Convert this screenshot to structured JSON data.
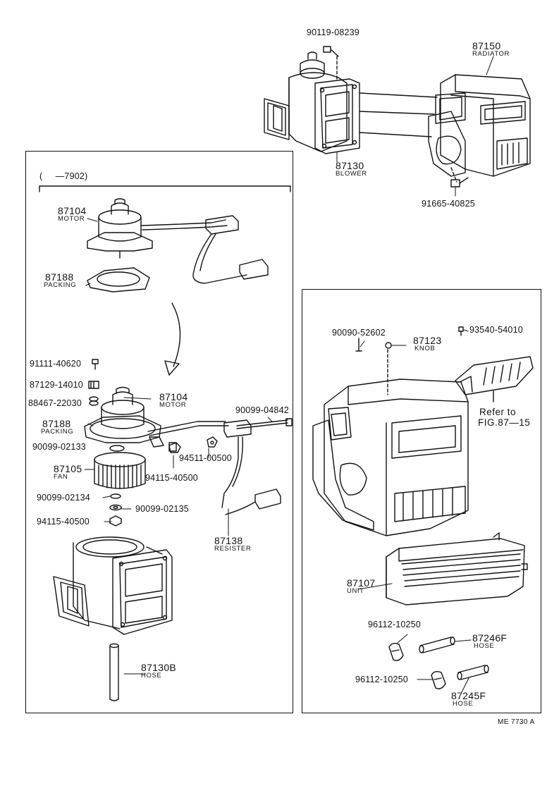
{
  "top": {
    "bolt_top": "90119-08239",
    "radiator_no": "87150",
    "radiator_name": "RADIATOR",
    "blower_no": "87130",
    "blower_name": "BLOWER",
    "screw": "91665-40825"
  },
  "left_panel": {
    "range": "(     —7902)",
    "motor1_no": "87104",
    "motor1_name": "MOTOR",
    "packing1_no": "87188",
    "packing1_name": "PACKING",
    "p1": "91111-40620",
    "p2": "87129-14010",
    "p3": "88467-22030",
    "motor2_no": "87104",
    "motor2_name": "MOTOR",
    "packing2_no": "87188",
    "packing2_name": "PACKING",
    "p4": "90099-02133",
    "fan_no": "87105",
    "fan_name": "FAN",
    "p5": "94115-40500",
    "p6": "90099-02134",
    "p7": "90099-02135",
    "p8": "94115-40500",
    "p9": "90099-04842",
    "p10": "94511-00500",
    "resister_no": "87138",
    "resister_name": "RESISTER",
    "hose_no": "87130B",
    "hose_name": "HOSE"
  },
  "right_panel": {
    "p1": "90090-52602",
    "knob_no": "87123",
    "knob_name": "KNOB",
    "p2": "93540-54010",
    "refer1": "Refer to",
    "refer2": "FIG.87—15",
    "unit_no": "87107",
    "unit_name": "UNIT",
    "clamp1": "96112-10250",
    "hose1_no": "87246F",
    "hose1_name": "HOSE",
    "clamp2": "96112-10250",
    "hose2_no": "87245F",
    "hose2_name": "HOSE"
  },
  "footer_code": "ME 7730 A"
}
